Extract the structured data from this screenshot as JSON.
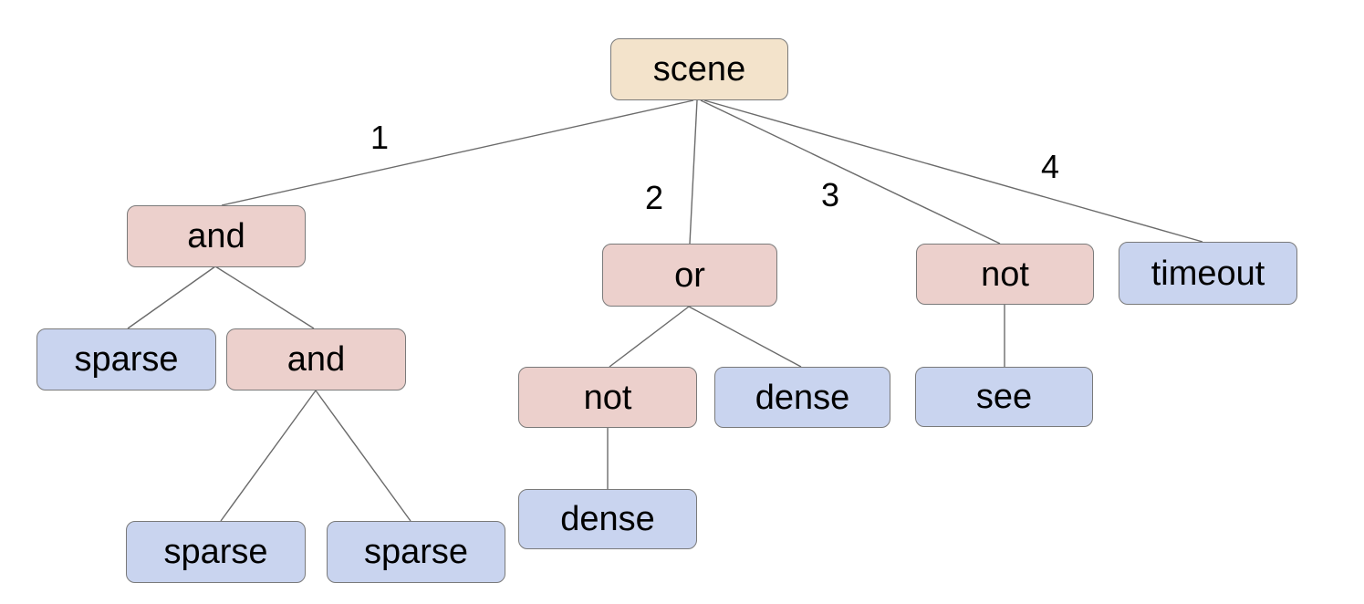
{
  "diagram": {
    "type": "tree",
    "background_color": "#ffffff",
    "colors": {
      "root_fill": "#f3e3cb",
      "operator_fill": "#ecd0cc",
      "leaf_fill": "#c9d4ef",
      "node_border": "#7a7a7a",
      "edge_stroke": "#6b6b6b",
      "text": "#000000"
    },
    "nodes": [
      {
        "id": "scene",
        "label": "scene",
        "type": "root",
        "parent": null,
        "edge_label": null
      },
      {
        "id": "and-1",
        "label": "and",
        "type": "operator",
        "parent": "scene",
        "edge_label": "1"
      },
      {
        "id": "or-1",
        "label": "or",
        "type": "operator",
        "parent": "scene",
        "edge_label": "2"
      },
      {
        "id": "not-1",
        "label": "not",
        "type": "operator",
        "parent": "scene",
        "edge_label": "3"
      },
      {
        "id": "timeout-1",
        "label": "timeout",
        "type": "leaf",
        "parent": "scene",
        "edge_label": "4"
      },
      {
        "id": "sparse-1",
        "label": "sparse",
        "type": "leaf",
        "parent": "and-1",
        "edge_label": null
      },
      {
        "id": "and-2",
        "label": "and",
        "type": "operator",
        "parent": "and-1",
        "edge_label": null
      },
      {
        "id": "sparse-2",
        "label": "sparse",
        "type": "leaf",
        "parent": "and-2",
        "edge_label": null
      },
      {
        "id": "sparse-3",
        "label": "sparse",
        "type": "leaf",
        "parent": "and-2",
        "edge_label": null
      },
      {
        "id": "not-2",
        "label": "not",
        "type": "operator",
        "parent": "or-1",
        "edge_label": null
      },
      {
        "id": "dense-1",
        "label": "dense",
        "type": "leaf",
        "parent": "or-1",
        "edge_label": null
      },
      {
        "id": "dense-2",
        "label": "dense",
        "type": "leaf",
        "parent": "not-2",
        "edge_label": null
      },
      {
        "id": "see-1",
        "label": "see",
        "type": "leaf",
        "parent": "not-1",
        "edge_label": null
      }
    ],
    "edge_labels": [
      "1",
      "2",
      "3",
      "4"
    ]
  }
}
